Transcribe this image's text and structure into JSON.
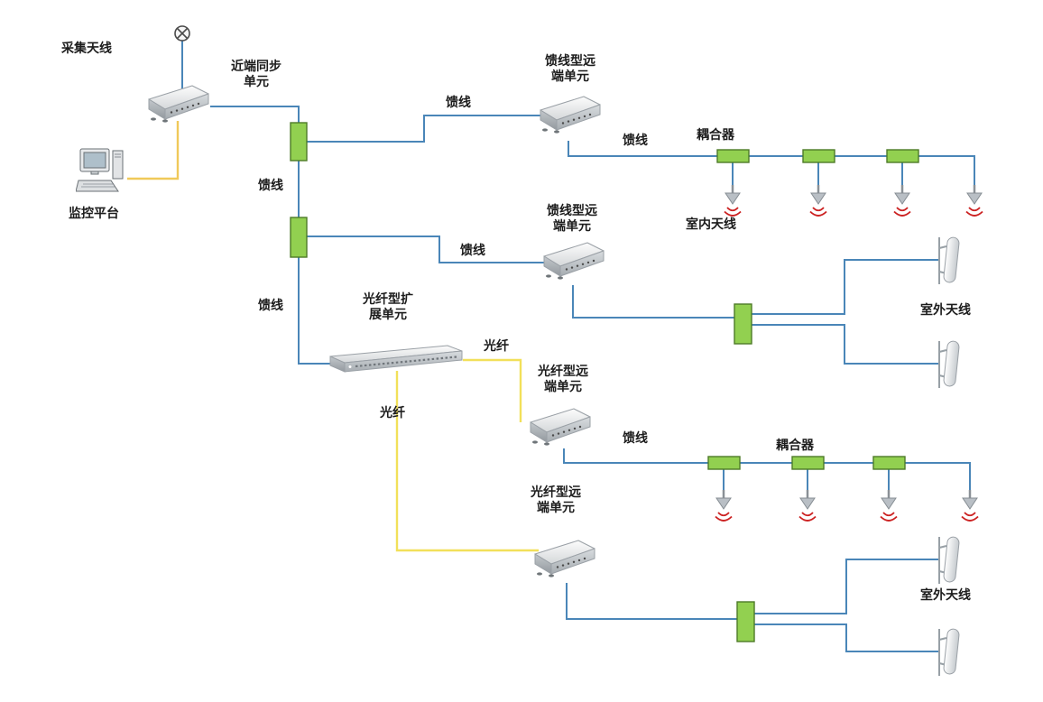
{
  "diagram": {
    "labels": {
      "collect_antenna": "采集天线",
      "near_end_sync_unit": "近端同步\n单元",
      "monitor_platform": "监控平台",
      "feeder_1": "馈线",
      "feeder_remote_unit_1": "馈线型远\n端单元",
      "feeder_2": "馈线",
      "coupler_top": "耦合器",
      "indoor_antenna": "室内天线",
      "feeder_3": "馈线",
      "feeder_remote_unit_2": "馈线型远\n端单元",
      "feeder_4": "馈线",
      "outdoor_antenna_1": "室外天线",
      "feeder_5": "馈线",
      "fiber_expansion_unit": "光纤型扩\n展单元",
      "fiber_1": "光纤",
      "fiber_remote_unit_1": "光纤型远\n端单元",
      "feeder_6": "馈线",
      "coupler_bottom": "耦合器",
      "fiber_2": "光纤",
      "fiber_remote_unit_2": "光纤型远\n端单元",
      "outdoor_antenna_2": "室外天线"
    },
    "colors": {
      "feeder_line": "#4a86b8",
      "fiber_line": "#f2e05a",
      "monitor_line": "#f0c95a",
      "coupler_fill": "#92d050",
      "signal_wave": "#cc2222"
    }
  }
}
